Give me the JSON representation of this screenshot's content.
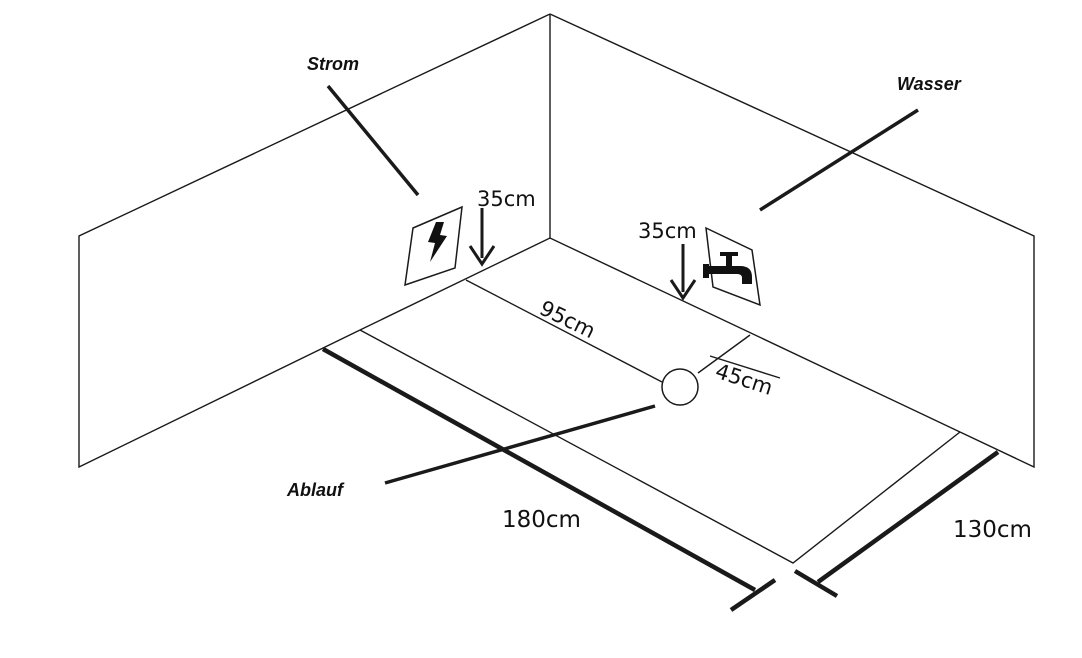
{
  "callouts": {
    "strom": "Strom",
    "wasser": "Wasser",
    "ablauf": "Ablauf"
  },
  "dimensions": {
    "strom_height": "35cm",
    "wasser_height": "35cm",
    "drain_from_back": "95cm",
    "drain_from_side": "45cm",
    "floor_length": "180cm",
    "floor_width": "130cm"
  },
  "icons": {
    "strom": "lightning-icon",
    "wasser": "faucet-icon",
    "ablauf": "drain-circle-icon"
  }
}
